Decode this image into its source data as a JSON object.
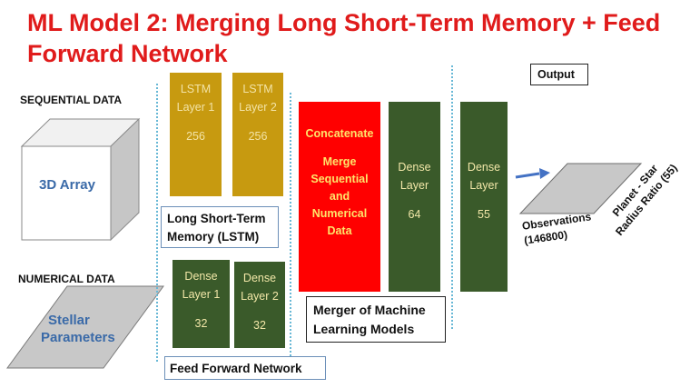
{
  "title": "ML Model 2: Merging Long Short-Term Memory + Feed Forward Network",
  "sections": {
    "sequential": "SEQUENTIAL DATA",
    "numerical": "NUMERICAL DATA",
    "output": "Output"
  },
  "inputs": {
    "array_3d": "3D Array",
    "stellar_line1": "Stellar",
    "stellar_line2": "Parameters"
  },
  "lstm": {
    "layer1": {
      "line1": "LSTM",
      "line2": "Layer 1",
      "units": "256"
    },
    "layer2": {
      "line1": "LSTM",
      "line2": "Layer 2",
      "units": "256"
    },
    "caption_line1": "Long Short-Term",
    "caption_line2": "Memory (LSTM)"
  },
  "ffn": {
    "layer1": {
      "line1": "Dense",
      "line2": "Layer 1",
      "units": "32"
    },
    "layer2": {
      "line1": "Dense",
      "line2": "Layer 2",
      "units": "32"
    },
    "caption": "Feed Forward Network"
  },
  "merge": {
    "concat_title": "Concatenate",
    "concat_l1": "Merge",
    "concat_l2": "Sequential",
    "concat_l3": "and",
    "concat_l4": "Numerical",
    "concat_l5": "Data",
    "dense64": {
      "line1": "Dense",
      "line2": "Layer",
      "units": "64"
    },
    "caption_line1": "Merger of Machine",
    "caption_line2": "Learning Models"
  },
  "output_layer": {
    "line1": "Dense",
    "line2": "Layer",
    "units": "55"
  },
  "output_plane": {
    "obs_line1": "Observations",
    "obs_line2": "(146800)",
    "ratio_line1": "Planet - Star",
    "ratio_line2": "Radius Ratio (55)"
  },
  "colors": {
    "title": "#e01b1b",
    "lstm": "#c79a10",
    "dense": "#3a5a2a",
    "concat": "#ff0000",
    "arrow": "#4472c4",
    "divider": "#69b8d6"
  }
}
